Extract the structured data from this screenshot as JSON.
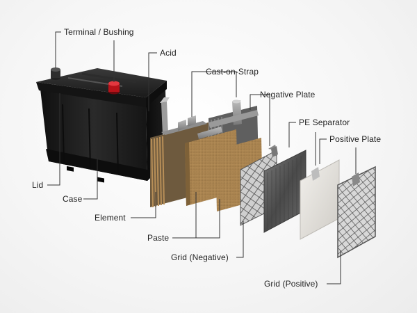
{
  "labels": {
    "terminal": "Terminal / Bushing",
    "acid": "Acid",
    "cast_on_strap": "Cast-on-Strap",
    "negative_plate": "Negative Plate",
    "pe_separator": "PE Separator",
    "positive_plate": "Positive Plate",
    "lid": "Lid",
    "case": "Case",
    "element": "Element",
    "paste": "Paste",
    "grid_negative": "Grid (Negative)",
    "grid_positive": "Grid (Positive)"
  },
  "colors": {
    "case": "#1c1c1c",
    "terminal_positive": "#c0141c",
    "paste": "#b08a55",
    "lead_grey": "#8a8a8a",
    "separator": "#e2e0dc",
    "leader_line": "#333333"
  }
}
